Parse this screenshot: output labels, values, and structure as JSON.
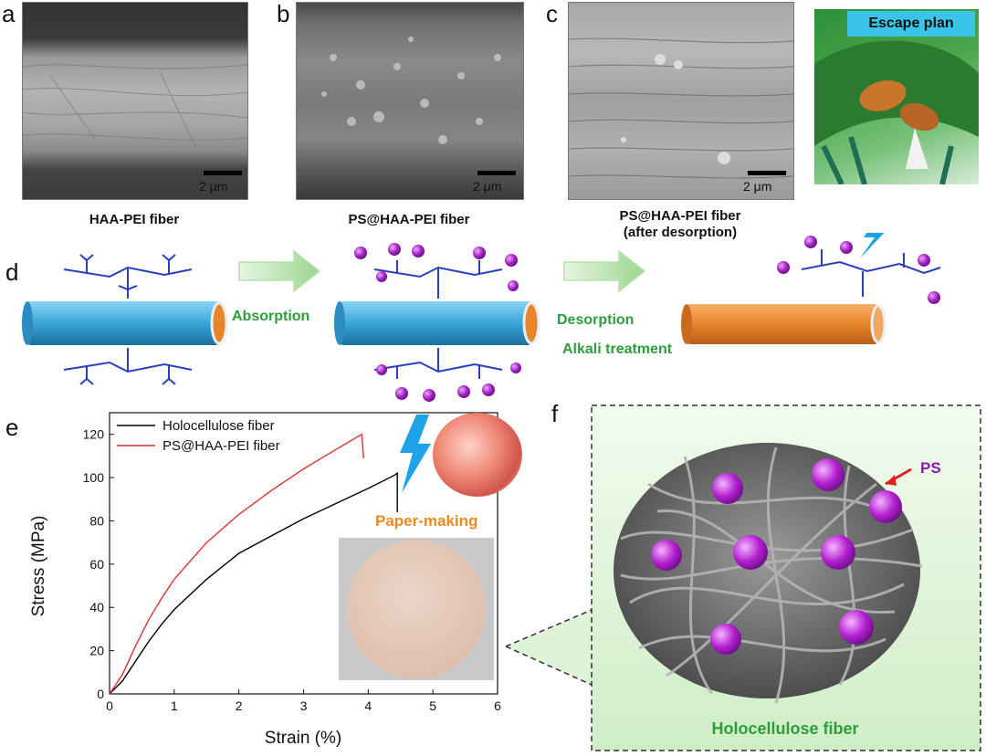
{
  "panels": {
    "a": {
      "label": "a",
      "caption": "HAA-PEI fiber",
      "scale": "2 μm"
    },
    "b": {
      "label": "b",
      "caption": "PS@HAA-PEI fiber",
      "scale": "2 μm"
    },
    "c": {
      "label": "c",
      "caption_line1": "PS@HAA-PEI fiber",
      "caption_line2": "(after desorption)",
      "scale": "2 μm"
    },
    "d": {
      "label": "d",
      "absorption": "Absorption",
      "desorption": "Desorption",
      "alkali": "Alkali treatment",
      "escape": "Escape plan"
    },
    "e": {
      "label": "e",
      "paper_making": "Paper-making"
    },
    "f": {
      "label": "f",
      "ps_label": "PS",
      "caption": "Holocellulose fiber"
    }
  },
  "colors": {
    "fiber_blue": "#3aa6d9",
    "fiber_orange": "#e8842a",
    "ps_purple": "#a020c0",
    "pei_blue": "#2a3fbf",
    "green_text": "#2e9e3a"
  },
  "chart_data": {
    "type": "line",
    "xlabel": "Strain (%)",
    "ylabel": "Stress (MPa)",
    "xlim": [
      0,
      6
    ],
    "ylim": [
      0,
      130
    ],
    "xticks": [
      0,
      1,
      2,
      3,
      4,
      5,
      6
    ],
    "yticks": [
      0,
      20,
      40,
      60,
      80,
      100,
      120
    ],
    "grid": false,
    "legend_position": "top-left",
    "series": [
      {
        "name": "Holocellulose fiber",
        "color": "#000000",
        "x": [
          0,
          0.2,
          0.4,
          0.6,
          0.8,
          1.0,
          1.5,
          2.0,
          2.5,
          3.0,
          3.5,
          4.0,
          4.4,
          4.45,
          4.45
        ],
        "y": [
          0,
          6,
          15,
          24,
          32,
          39,
          53,
          65,
          73,
          81,
          88,
          95,
          101,
          102,
          84
        ]
      },
      {
        "name": "PS@HAA-PEI fiber",
        "color": "#e03030",
        "x": [
          0,
          0.2,
          0.4,
          0.6,
          0.8,
          1.0,
          1.5,
          2.0,
          2.5,
          3.0,
          3.5,
          3.9,
          3.92,
          3.93
        ],
        "y": [
          0,
          9,
          22,
          34,
          44,
          53,
          70,
          83,
          94,
          104,
          113,
          120,
          112,
          109
        ]
      }
    ]
  }
}
